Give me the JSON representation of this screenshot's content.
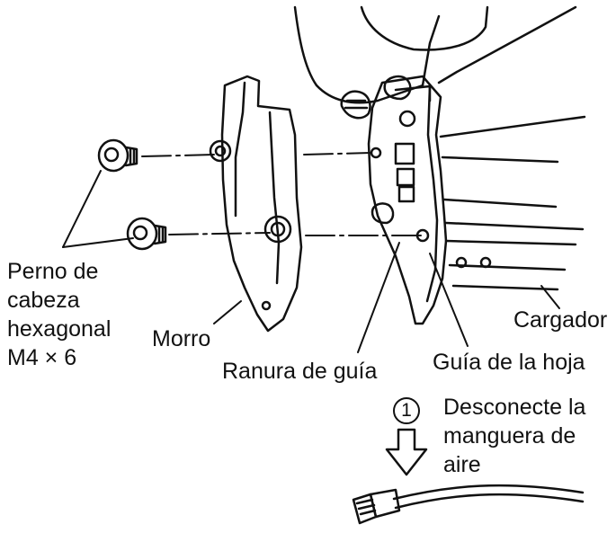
{
  "labels": {
    "bolt": [
      "Perno de",
      "cabeza",
      "hexagonal",
      "M4 × 6"
    ],
    "nose": "Morro",
    "guide_groove": "Ranura de guía",
    "blade_guide": "Guía de la hoja",
    "magazine": "Cargador"
  },
  "step": {
    "number": "1",
    "text": [
      "Desconecte la",
      "manguera de",
      "aire"
    ]
  },
  "icons": {
    "step_arrow": "down-arrow-icon",
    "hose": "air-hose-icon",
    "bolt": "hex-bolt-icon"
  },
  "colors": {
    "ink": "#111111",
    "background": "#ffffff"
  }
}
